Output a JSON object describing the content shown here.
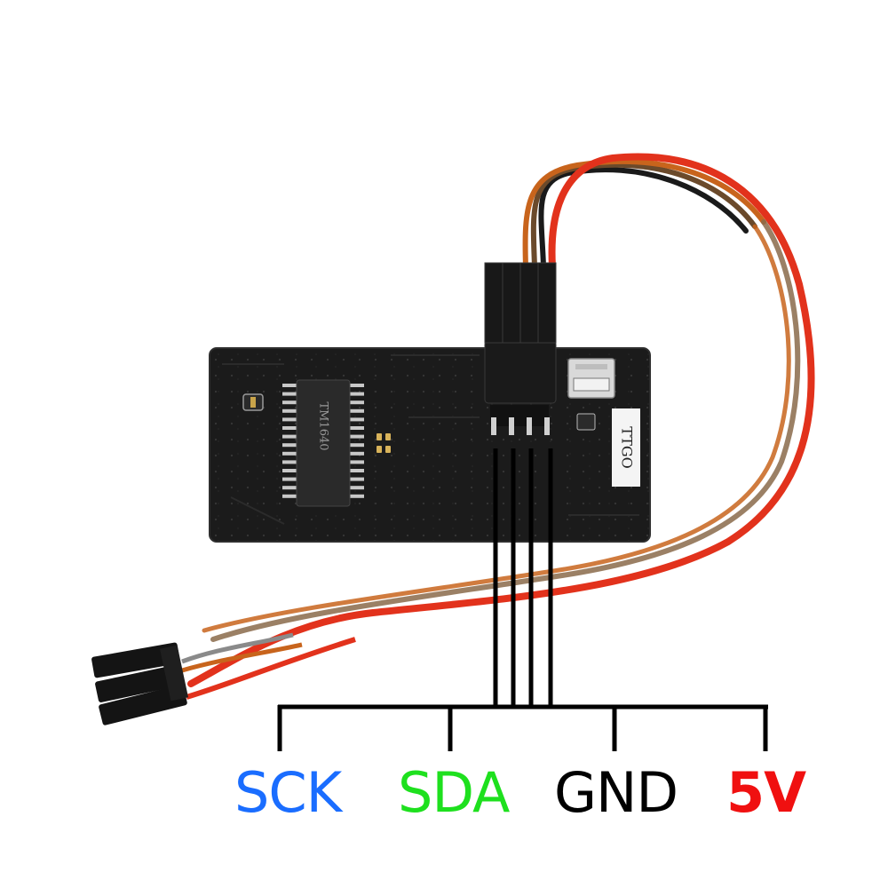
{
  "photo": {
    "chip_marking": "TM1640",
    "board_marking": "TTGO"
  },
  "pins": [
    {
      "label": "SCK",
      "color": "#1a6dff"
    },
    {
      "label": "SDA",
      "color": "#1ee01e"
    },
    {
      "label": "GND",
      "color": "#000000"
    },
    {
      "label": "5V",
      "color": "#f01010"
    }
  ],
  "colors": {
    "pcb": "#1b1b1b",
    "wire_red": "#e2321c",
    "wire_orange": "#c8641c",
    "wire_brown": "#6b4a2b",
    "wire_black": "#1a1a1a",
    "line": "#000000"
  }
}
